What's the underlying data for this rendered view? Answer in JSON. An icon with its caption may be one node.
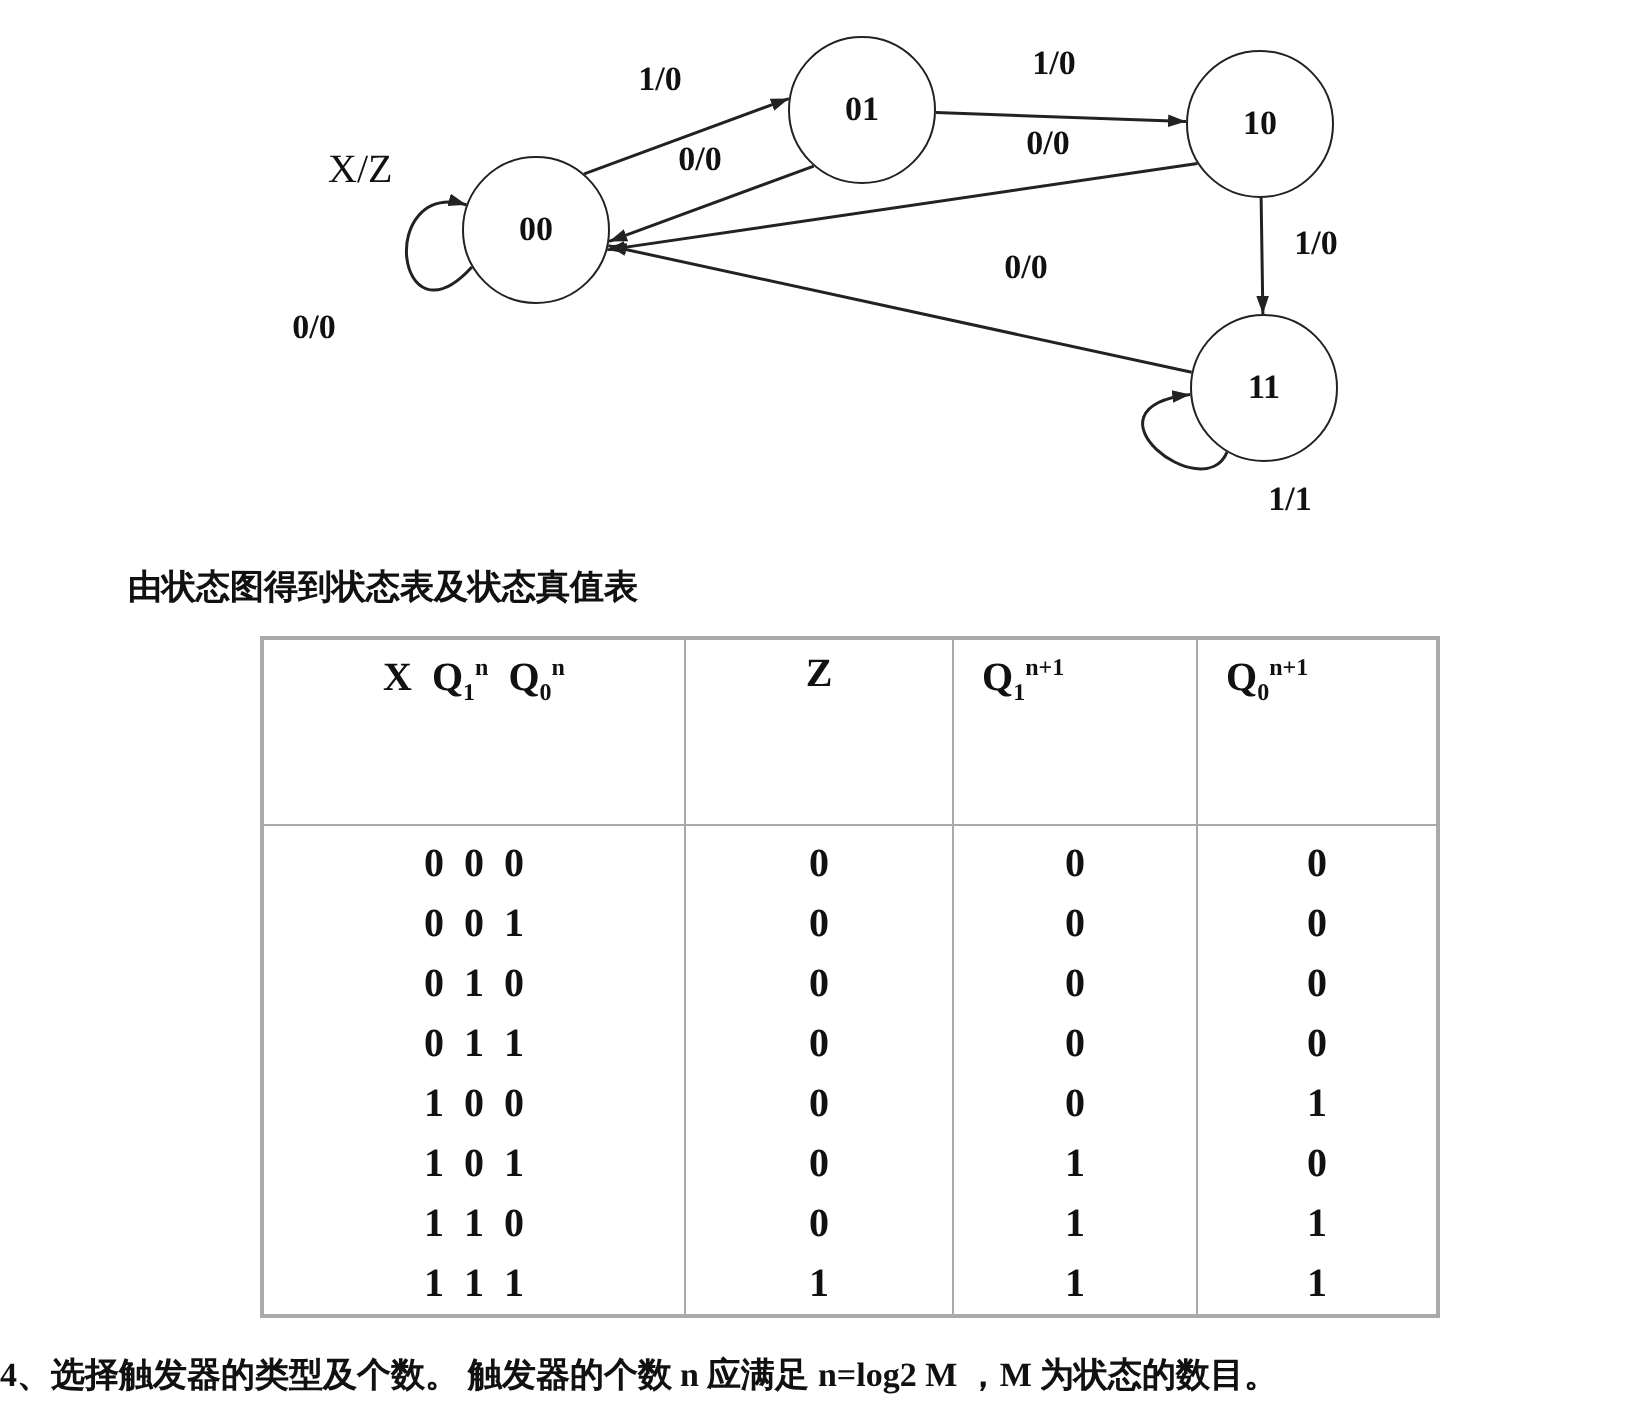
{
  "diagram": {
    "nodes": [
      {
        "text": [
          "00"
        ]
      },
      {
        "text": [
          "01"
        ]
      },
      {
        "text": [
          "10"
        ]
      },
      {
        "text": [
          "11"
        ]
      }
    ],
    "edges": [
      {
        "from": 0,
        "to": 1,
        "arrow": "to",
        "label": "1/0"
      },
      {
        "from": 1,
        "to": 0,
        "arrow": "to",
        "label": "0/0"
      },
      {
        "from": 1,
        "to": 2,
        "arrow": "to",
        "label": "1/0"
      },
      {
        "from": 2,
        "to": 0,
        "arrow": "to",
        "label": "0/0"
      },
      {
        "from": 2,
        "to": 3,
        "arrow": "to",
        "label": "1/0"
      },
      {
        "from": 3,
        "to": 0,
        "arrow": "to",
        "label": "0/0"
      },
      {
        "from": 0,
        "to": 0,
        "arrow": "to",
        "label": "0/0"
      },
      {
        "from": 3,
        "to": 3,
        "arrow": "to",
        "label": "1/1"
      }
    ],
    "labels": [
      "X/Z",
      "由状态图得到状态表及状态真值表",
      "X  Q$_{1}$$^{n}$  Q$_{0}$$^{n}$",
      "Z",
      "Q$_{1}$$^{n+1}$",
      "Q$_{0}$$^{n+1}$",
      "0  0  0",
      "0",
      "0",
      "0",
      "0  0  1",
      "0",
      "0",
      "0",
      "0  1  0",
      "0",
      "0",
      "0",
      "0  1  1",
      "0",
      "0",
      "0",
      "1  0  0",
      "0",
      "0",
      "1",
      "1  0  1",
      "0",
      "1",
      "0",
      "1  1  0",
      "0",
      "1",
      "1",
      "1  1  1",
      "1",
      "1",
      "1",
      "4、选择触发器的类型及个数。 触发器的个数 n 应满足 n=log2 M ，M 为状态的数目。"
    ]
  }
}
